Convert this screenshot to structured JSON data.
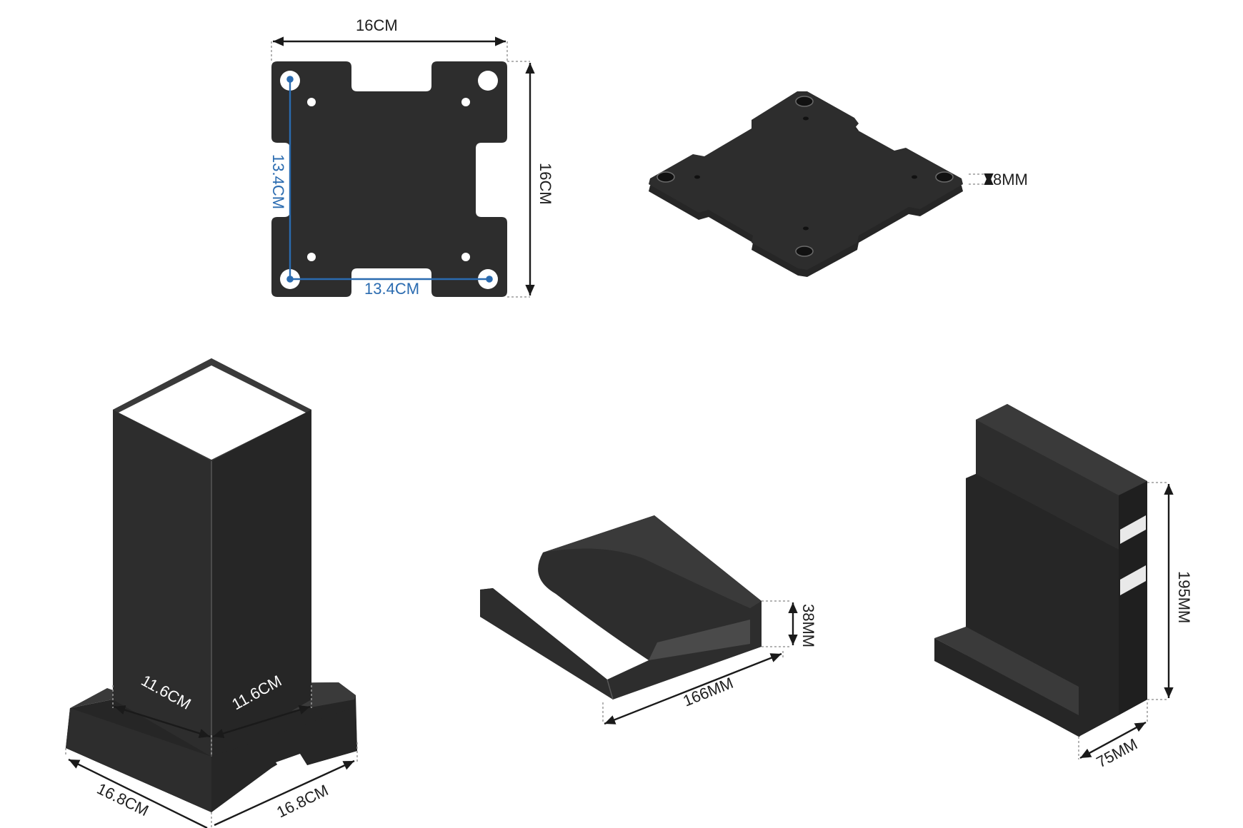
{
  "vesa_plate_top_view": {
    "width_label": "16CM",
    "height_label": "16CM",
    "hole_vertical_label": "13.4CM",
    "hole_horizontal_label": "13.4CM"
  },
  "vesa_plate_iso_view": {
    "thickness_label": "8MM"
  },
  "tower_stand": {
    "inner_width_left_label": "11.6CM",
    "inner_width_right_label": "11.6CM",
    "base_left_label": "16.8CM",
    "base_right_label": "16.8CM"
  },
  "laptop_holder": {
    "height_label": "38MM",
    "width_label": "166MM"
  },
  "vertical_dock": {
    "height_label": "195MM",
    "depth_label": "75MM"
  },
  "colors": {
    "product": "#2d2d2d",
    "dimension_line": "#1a1a1a",
    "hole_dimension": "#2a6bb0"
  }
}
